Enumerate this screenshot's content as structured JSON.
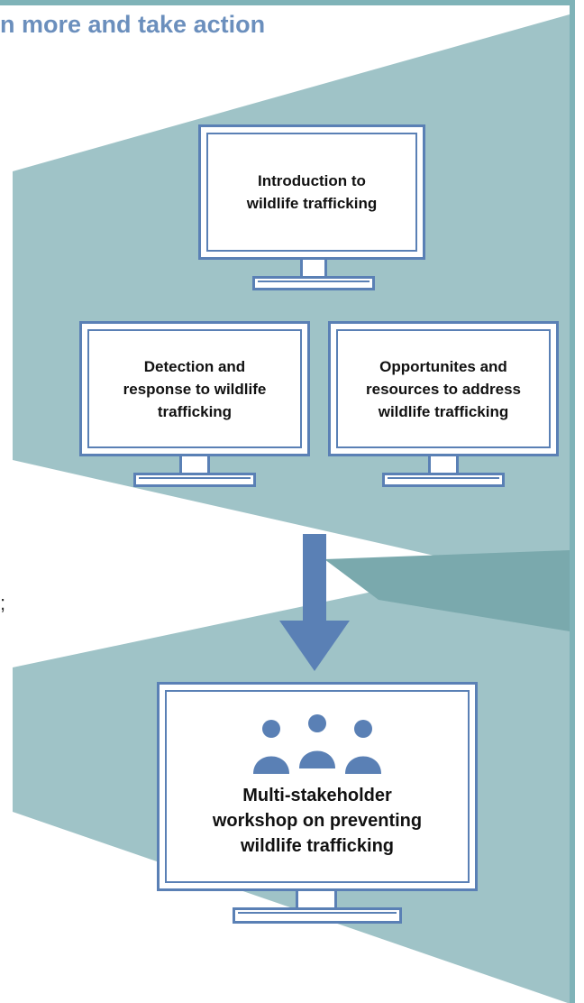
{
  "header": {
    "title": "n more and take action"
  },
  "stray_text": ";",
  "colors": {
    "panel": "#9fc3c7",
    "panel_dark": "#7aa9ad",
    "accent": "#5a80b5",
    "title": "#6b8fbd"
  },
  "modules": {
    "intro": {
      "label": "Introduction to\nwildlife trafficking"
    },
    "detection": {
      "label": "Detection and\nresponse to wildlife\ntrafficking"
    },
    "opportunities": {
      "label": "Opportunites and\nresources to address\nwildlife trafficking"
    }
  },
  "workshop": {
    "label": "Multi-stakeholder\nworkshop on preventing\nwildlife trafficking",
    "icon": "people-group-icon"
  }
}
